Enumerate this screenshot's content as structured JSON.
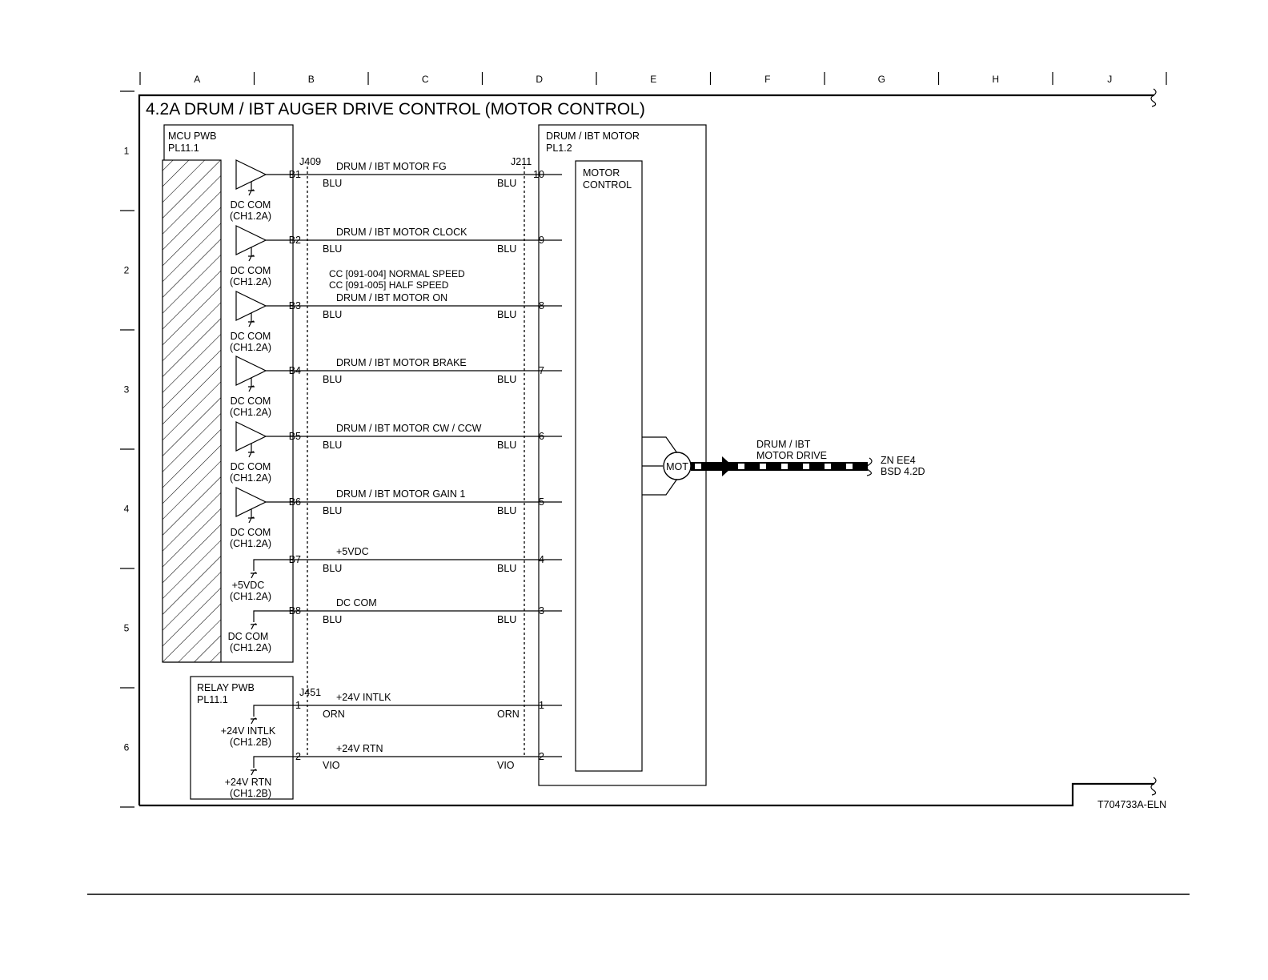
{
  "title": "4.2A DRUM / IBT AUGER DRIVE CONTROL (MOTOR CONTROL)",
  "grid": {
    "columns": [
      "A",
      "B",
      "C",
      "D",
      "E",
      "F",
      "G",
      "H",
      "J"
    ],
    "rows": [
      "1",
      "2",
      "3",
      "4",
      "5",
      "6"
    ]
  },
  "mcu": {
    "name": "MCU PWB",
    "ref": "PL11.1",
    "connector": "J409"
  },
  "relay": {
    "name": "RELAY PWB",
    "ref": "PL11.1",
    "connector": "J451"
  },
  "motor": {
    "name": "DRUM / IBT MOTOR",
    "ref": "PL1.2",
    "connector": "J211",
    "control_line1": "MOTOR",
    "control_line2": "CONTROL",
    "symbol": "MOT"
  },
  "drive": {
    "line1": "DRUM / IBT",
    "line2": "MOTOR DRIVE"
  },
  "zone": {
    "line1": "ZN EE4",
    "line2": "BSD 4.2D"
  },
  "cc_notes": [
    "CC [091-004] NORMAL SPEED",
    "CC [091-005] HALF SPEED"
  ],
  "doc_id": "T704733A-ELN",
  "signals": [
    {
      "pin": "B1",
      "mpin": "10",
      "name": "DRUM / IBT MOTOR FG",
      "wl": "BLU",
      "wr": "BLU",
      "g1": "DC COM",
      "g2": "(CH1.2A)",
      "driver": true
    },
    {
      "pin": "B2",
      "mpin": "9",
      "name": "DRUM / IBT MOTOR CLOCK",
      "wl": "BLU",
      "wr": "BLU",
      "g1": "DC COM",
      "g2": "(CH1.2A)",
      "driver": true
    },
    {
      "pin": "B3",
      "mpin": "8",
      "name": "DRUM / IBT MOTOR ON",
      "wl": "BLU",
      "wr": "BLU",
      "g1": "DC COM",
      "g2": "(CH1.2A)",
      "driver": true
    },
    {
      "pin": "B4",
      "mpin": "7",
      "name": "DRUM / IBT MOTOR BRAKE",
      "wl": "BLU",
      "wr": "BLU",
      "g1": "DC COM",
      "g2": "(CH1.2A)",
      "driver": true
    },
    {
      "pin": "B5",
      "mpin": "6",
      "name": "DRUM / IBT MOTOR CW / CCW",
      "wl": "BLU",
      "wr": "BLU",
      "g1": "DC COM",
      "g2": "(CH1.2A)",
      "driver": true
    },
    {
      "pin": "B6",
      "mpin": "5",
      "name": "DRUM / IBT MOTOR GAIN 1",
      "wl": "BLU",
      "wr": "BLU",
      "g1": "DC COM",
      "g2": "(CH1.2A)",
      "driver": true
    },
    {
      "pin": "B7",
      "mpin": "4",
      "name": "+5VDC",
      "wl": "BLU",
      "wr": "BLU",
      "g1": "+5VDC",
      "g2": "(CH1.2A)",
      "driver": false
    },
    {
      "pin": "B8",
      "mpin": "3",
      "name": "DC COM",
      "wl": "BLU",
      "wr": "BLU",
      "g1": "DC COM",
      "g2": "(CH1.2A)",
      "driver": false
    }
  ],
  "relay_signals": [
    {
      "pin": "1",
      "mpin": "1",
      "name": "+24V INTLK",
      "wl": "ORN",
      "wr": "ORN",
      "g1": "+24V INTLK",
      "g2": "(CH1.2B)"
    },
    {
      "pin": "2",
      "mpin": "2",
      "name": "+24V RTN",
      "wl": "VIO",
      "wr": "VIO",
      "g1": "+24V RTN",
      "g2": "(CH1.2B)"
    }
  ]
}
